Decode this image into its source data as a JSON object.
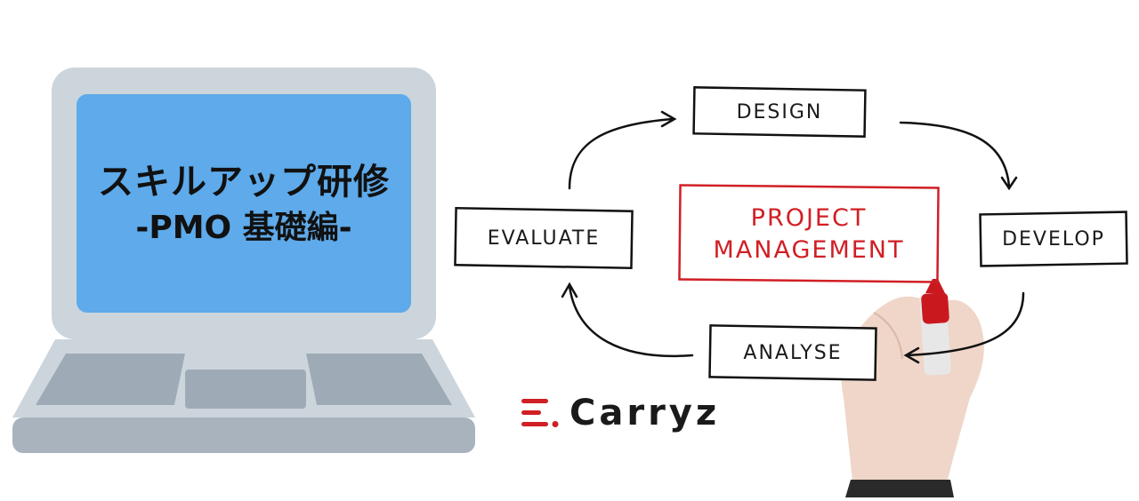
{
  "laptop": {
    "title_line1": "スキルアップ研修",
    "title_line2": "-PMO 基礎編-",
    "colors": {
      "body": "#cdd5dc",
      "screen": "#5eaaea",
      "keyboard": "#9eabb6"
    }
  },
  "diagram": {
    "center": {
      "line1": "PROJECT",
      "line2": "MANAGEMENT"
    },
    "steps": [
      "DESIGN",
      "DEVELOP",
      "ANALYSE",
      "EVALUATE"
    ],
    "accent_color": "#d01f25"
  },
  "brand": {
    "name": "Carryz",
    "logo_color": "#d01f25"
  }
}
